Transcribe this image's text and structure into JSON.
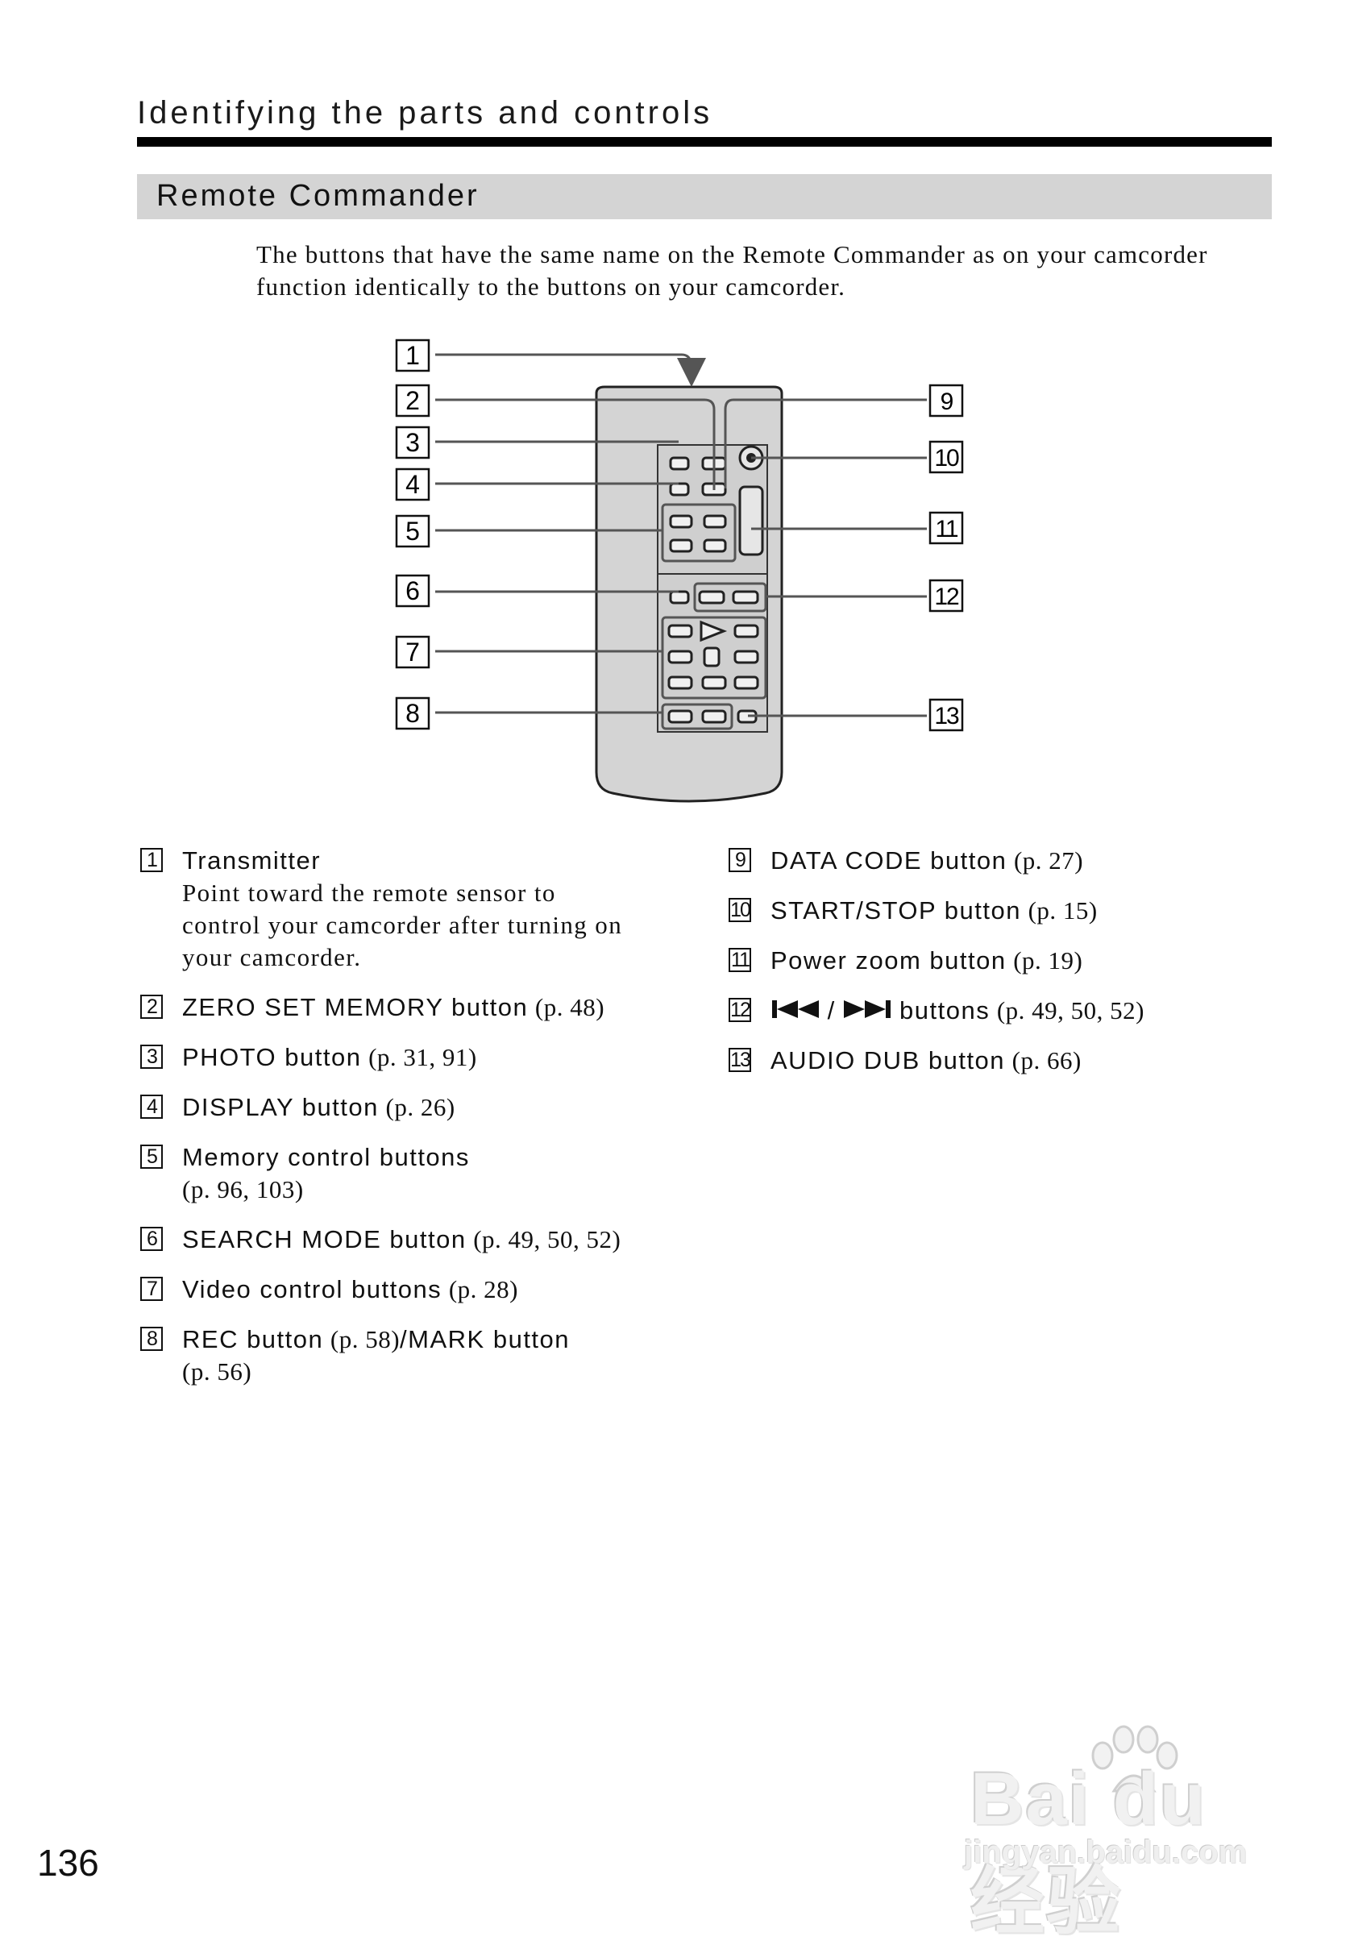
{
  "header": {
    "section_title": "Identifying the parts and controls",
    "subsection_title": "Remote Commander"
  },
  "intro": {
    "line1": "The buttons that have the same name on the Remote Commander as on your camcorder",
    "line2": "function identically to the buttons on your camcorder."
  },
  "diagram": {
    "callouts": [
      "1",
      "2",
      "3",
      "4",
      "5",
      "6",
      "7",
      "8",
      "9",
      "10",
      "11",
      "12",
      "13"
    ]
  },
  "legend": {
    "left": [
      {
        "num": "1",
        "label": "Transmitter",
        "ref": "",
        "desc": [
          "Point toward the remote sensor to",
          "control your camcorder after turning on",
          "your camcorder."
        ]
      },
      {
        "num": "2",
        "label": "ZERO SET MEMORY button",
        "ref": "(p. 48)"
      },
      {
        "num": "3",
        "label": "PHOTO button",
        "ref": "(p. 31, 91)"
      },
      {
        "num": "4",
        "label": "DISPLAY button",
        "ref": "(p. 26)"
      },
      {
        "num": "5",
        "label": "Memory control buttons",
        "ref": "(p. 96, 103)"
      },
      {
        "num": "6",
        "label": "SEARCH MODE button",
        "ref": "(p. 49, 50, 52)"
      },
      {
        "num": "7",
        "label": "Video control buttons",
        "ref": "(p. 28)"
      },
      {
        "num": "8",
        "label": "REC button",
        "ref": "(p. 58)",
        "label2": "/MARK button",
        "ref2": "(p. 56)"
      }
    ],
    "right": [
      {
        "num": "9",
        "label": "DATA CODE button",
        "ref": "(p. 27)"
      },
      {
        "num": "10",
        "label": "START/STOP button",
        "ref": "(p. 15)"
      },
      {
        "num": "11",
        "label": "Power zoom button",
        "ref": "(p. 19)"
      },
      {
        "num": "12",
        "label_sep": "/",
        "label": "buttons",
        "ref": "(p. 49, 50, 52)"
      },
      {
        "num": "13",
        "label": "AUDIO DUB button",
        "ref": "(p. 66)"
      }
    ]
  },
  "page": {
    "number": "136"
  },
  "watermark": {
    "logo": "Bai du 经验",
    "url": "jingyan.baidu.com"
  }
}
